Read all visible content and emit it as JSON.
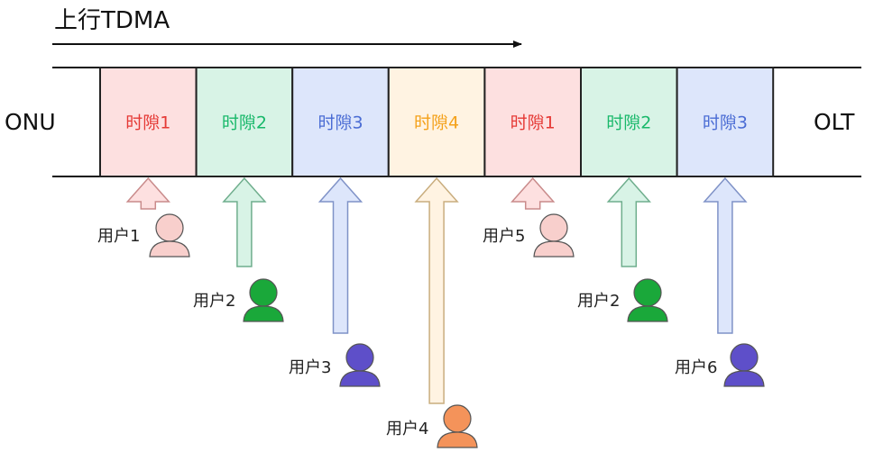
{
  "title": "上行TDMA",
  "left_label": "ONU",
  "right_label": "OLT",
  "slots": [
    {
      "label": "时隙1",
      "fill": "#fde0e0",
      "text_color": "#e53935"
    },
    {
      "label": "时隙2",
      "fill": "#d8f3e6",
      "text_color": "#18b86a"
    },
    {
      "label": "时隙3",
      "fill": "#dde6fb",
      "text_color": "#4a6cd4"
    },
    {
      "label": "时隙4",
      "fill": "#fff3e2",
      "text_color": "#f4a11a"
    },
    {
      "label": "时隙1",
      "fill": "#fde0e0",
      "text_color": "#e53935"
    },
    {
      "label": "时隙2",
      "fill": "#d8f3e6",
      "text_color": "#18b86a"
    },
    {
      "label": "时隙3",
      "fill": "#dde6fb",
      "text_color": "#4a6cd4"
    }
  ],
  "users": [
    {
      "label": "用户1",
      "slot": 0,
      "icon_color": "#f8cfcc",
      "arrow_fill": "#fde0e0",
      "arrow_stroke": "#c98b8b"
    },
    {
      "label": "用户2",
      "slot": 1,
      "icon_color": "#1aa83a",
      "arrow_fill": "#d8f3e6",
      "arrow_stroke": "#6fae8d"
    },
    {
      "label": "用户3",
      "slot": 2,
      "icon_color": "#5e4fc9",
      "arrow_fill": "#dde6fb",
      "arrow_stroke": "#7f92c7"
    },
    {
      "label": "用户4",
      "slot": 3,
      "icon_color": "#f4935a",
      "arrow_fill": "#fff3e2",
      "arrow_stroke": "#c9ad7e"
    },
    {
      "label": "用户5",
      "slot": 4,
      "icon_color": "#f8cfcc",
      "arrow_fill": "#fde0e0",
      "arrow_stroke": "#c98b8b"
    },
    {
      "label": "用户2",
      "slot": 5,
      "icon_color": "#1aa83a",
      "arrow_fill": "#d8f3e6",
      "arrow_stroke": "#6fae8d"
    },
    {
      "label": "用户6",
      "slot": 6,
      "icon_color": "#5e4fc9",
      "arrow_fill": "#dde6fb",
      "arrow_stroke": "#7f92c7"
    }
  ]
}
